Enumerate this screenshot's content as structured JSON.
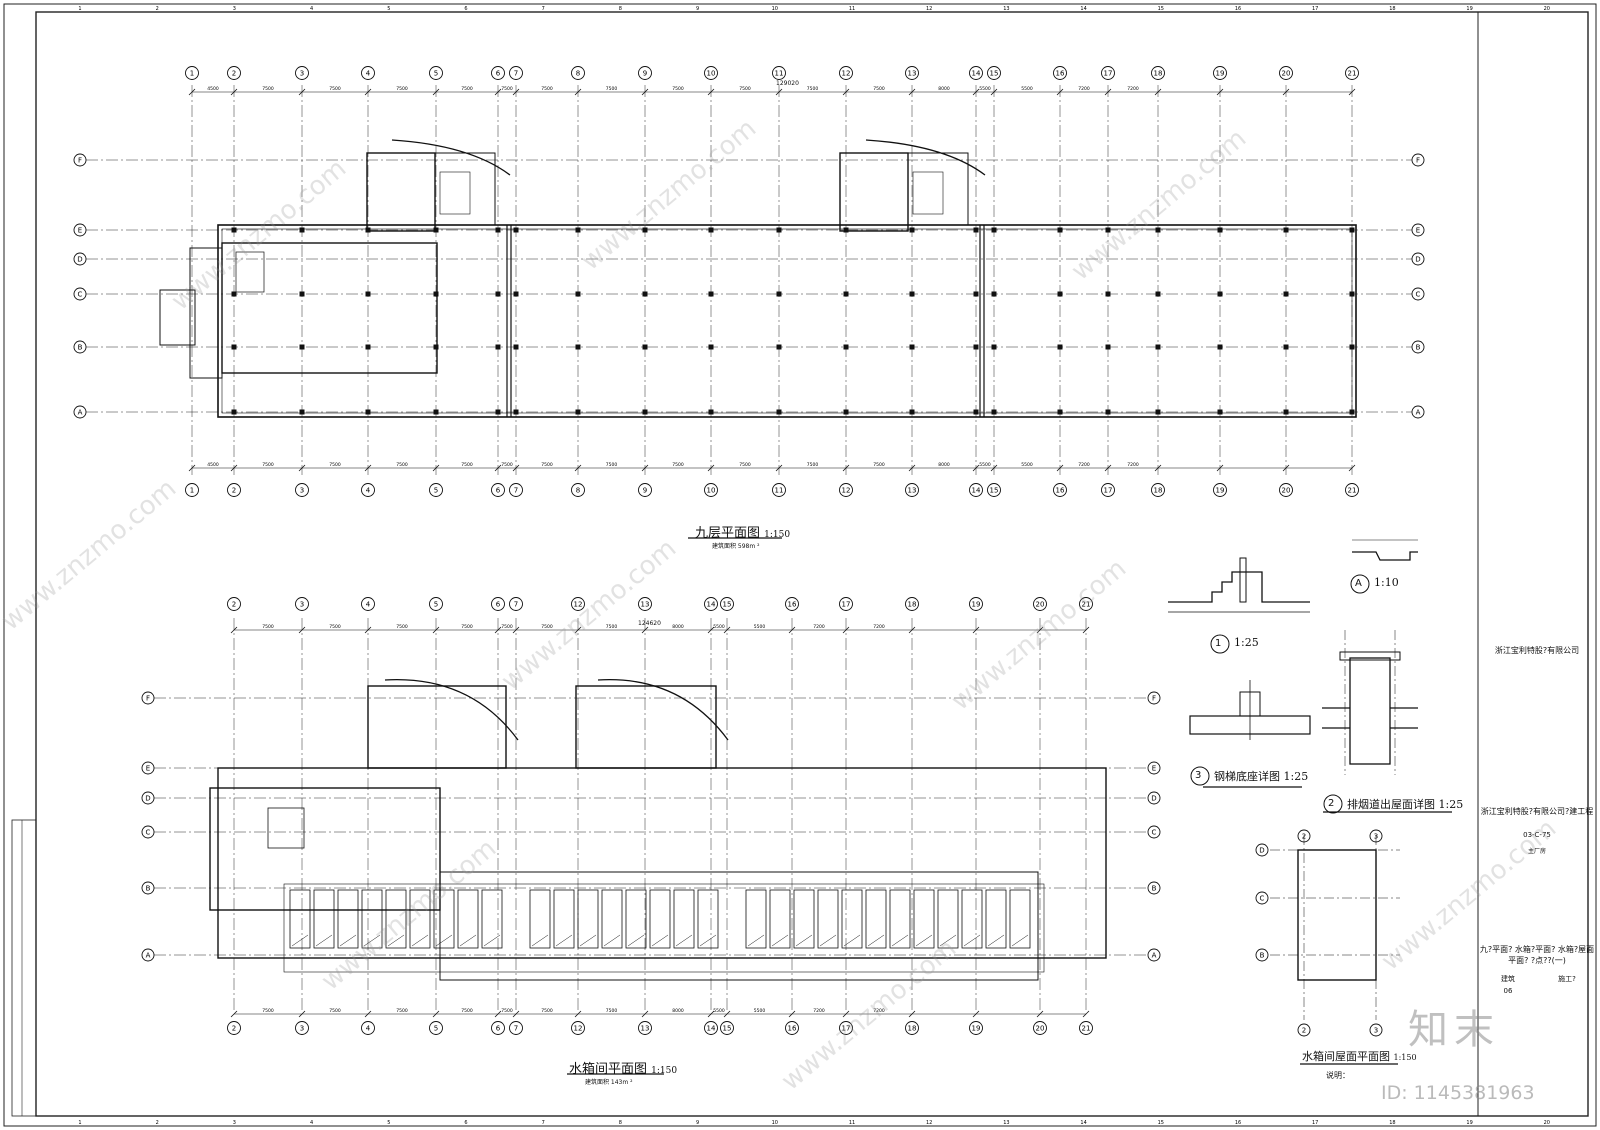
{
  "plans": {
    "floor9": {
      "title": "九层平面图",
      "scale": "1:150",
      "area": "建筑面积 598m ²",
      "total_dim": "129020"
    },
    "tank_room": {
      "title": "水箱间平面图",
      "scale": "1:150",
      "area": "建筑面积 143m ²",
      "total_dim": "124620"
    },
    "tank_roof": {
      "title": "水箱间屋面平面图",
      "scale": "1:150"
    }
  },
  "details": {
    "d1": {
      "num": "1",
      "scale": "1:25"
    },
    "dA": {
      "num": "A",
      "scale": "1:10"
    },
    "d3": {
      "num": "3",
      "title": "钢梯底座详图",
      "scale": "1:25"
    },
    "d2": {
      "num": "2",
      "title": "排烟道出屋面详图",
      "scale": "1:25"
    }
  },
  "note_label": "说明：",
  "title_block": {
    "company": "浙江宝利特股?有限公司",
    "project": "浙江宝利特股?有限公司?建工程",
    "code": "03-C-75",
    "building": "主厂房",
    "drawing_title": "九?平面?  水箱?平面?  水箱?屋面平面?  ?点??(一)",
    "discipline": "建筑",
    "stage": "施工?",
    "sheet_no": "06"
  },
  "watermark": {
    "site": "www.znzmo.com",
    "brand": "知末",
    "id": "ID: 1145381963"
  },
  "grid_labels": {
    "floor9_cols": [
      "1",
      "2",
      "3",
      "4",
      "5",
      "6",
      "7",
      "8",
      "9",
      "10",
      "11",
      "12",
      "13",
      "14",
      "15",
      "16",
      "17",
      "18",
      "19",
      "20",
      "21"
    ],
    "floor9_rows": [
      "F",
      "E",
      "D",
      "C",
      "B",
      "A"
    ],
    "tank_cols": [
      "2",
      "3",
      "4",
      "5",
      "6",
      "7",
      "12",
      "13",
      "14",
      "15",
      "16",
      "17",
      "18",
      "19",
      "20",
      "21"
    ],
    "tank_rows": [
      "F",
      "E",
      "D",
      "C",
      "B",
      "A"
    ],
    "roof_cols": [
      "2",
      "3"
    ],
    "roof_rows": [
      "D",
      "C",
      "B"
    ]
  },
  "dims": {
    "floor9": [
      "4500",
      "7500",
      "7500",
      "7500",
      "7500",
      "7500",
      "7500",
      "7500",
      "7500",
      "7500",
      "7500",
      "7500",
      "8000",
      "5500",
      "5500",
      "7200",
      "7200"
    ],
    "tank": [
      "7500",
      "7500",
      "7500",
      "7500",
      "7500",
      "7500",
      "7500",
      "8000",
      "5500",
      "5500",
      "7200",
      "7200"
    ]
  },
  "sheet_border_numbers": [
    "1",
    "2",
    "3",
    "4",
    "5",
    "6",
    "7",
    "8",
    "9",
    "10",
    "11",
    "12",
    "13",
    "14",
    "15",
    "16",
    "17",
    "18",
    "19",
    "20"
  ]
}
